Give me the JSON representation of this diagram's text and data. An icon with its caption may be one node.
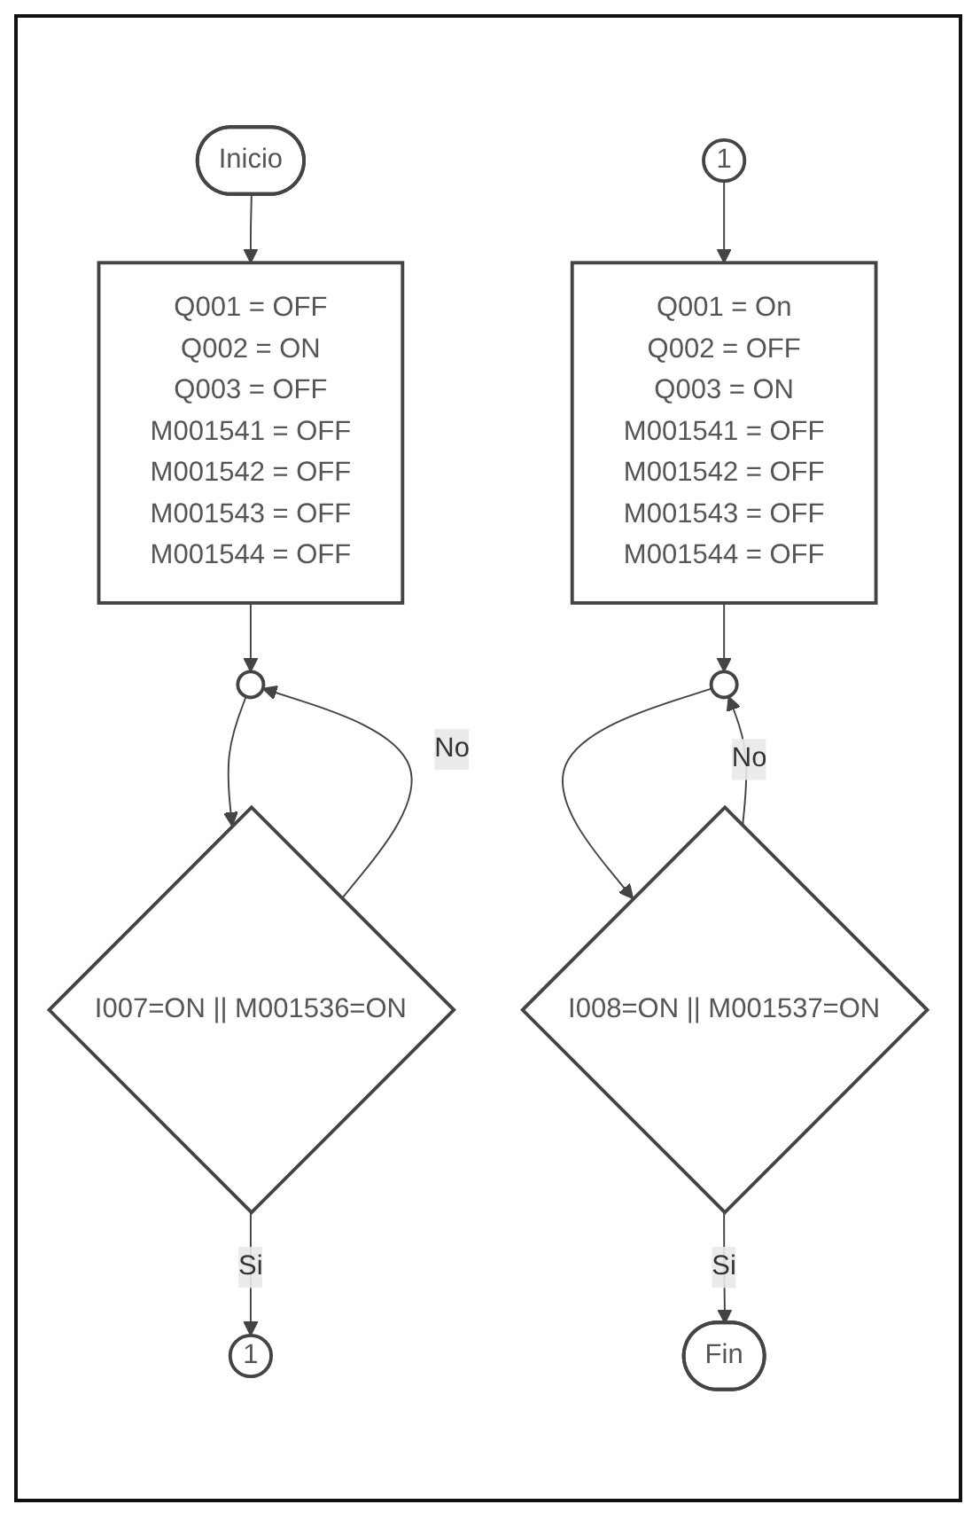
{
  "diagram": {
    "nodes": [
      {
        "text": [
          "Inicio"
        ]
      },
      {
        "text": [
          "Q001 = OFF",
          "Q002 = ON",
          "Q003 = OFF",
          "M001541 = OFF",
          "M001542 = OFF",
          "M001543 = OFF",
          "M001544 = OFF"
        ]
      },
      {
        "text": [],
        "shape": "circle"
      },
      {
        "text": [
          "I007=ON || M001536=ON"
        ]
      },
      {
        "text": [
          "1"
        ]
      },
      {
        "text": [
          "1"
        ]
      },
      {
        "text": [
          "Q001 = On",
          "Q002 = OFF",
          "Q003 = ON",
          "M001541 = OFF",
          "M001542 = OFF",
          "M001543 = OFF",
          "M001544 = OFF"
        ]
      },
      {
        "text": [],
        "shape": "circle"
      },
      {
        "text": [
          "I008=ON || M001537=ON"
        ]
      },
      {
        "text": [
          "Fin"
        ]
      }
    ],
    "edges": [
      {
        "from": 0,
        "to": 1,
        "arrow": "to"
      },
      {
        "from": 1,
        "to": 2,
        "arrow": "to"
      },
      {
        "from": 2,
        "to": 3,
        "arrow": "to"
      },
      {
        "from": 3,
        "to": 2,
        "arrow": "to",
        "label": "No"
      },
      {
        "from": 3,
        "to": 4,
        "arrow": "to",
        "label": "Si"
      },
      {
        "from": 5,
        "to": 6,
        "arrow": "to"
      },
      {
        "from": 6,
        "to": 7,
        "arrow": "to"
      },
      {
        "from": 7,
        "to": 8,
        "arrow": "to"
      },
      {
        "from": 8,
        "to": 7,
        "arrow": "to",
        "label": "No"
      },
      {
        "from": 8,
        "to": 9,
        "arrow": "to",
        "label": "Si"
      }
    ]
  }
}
